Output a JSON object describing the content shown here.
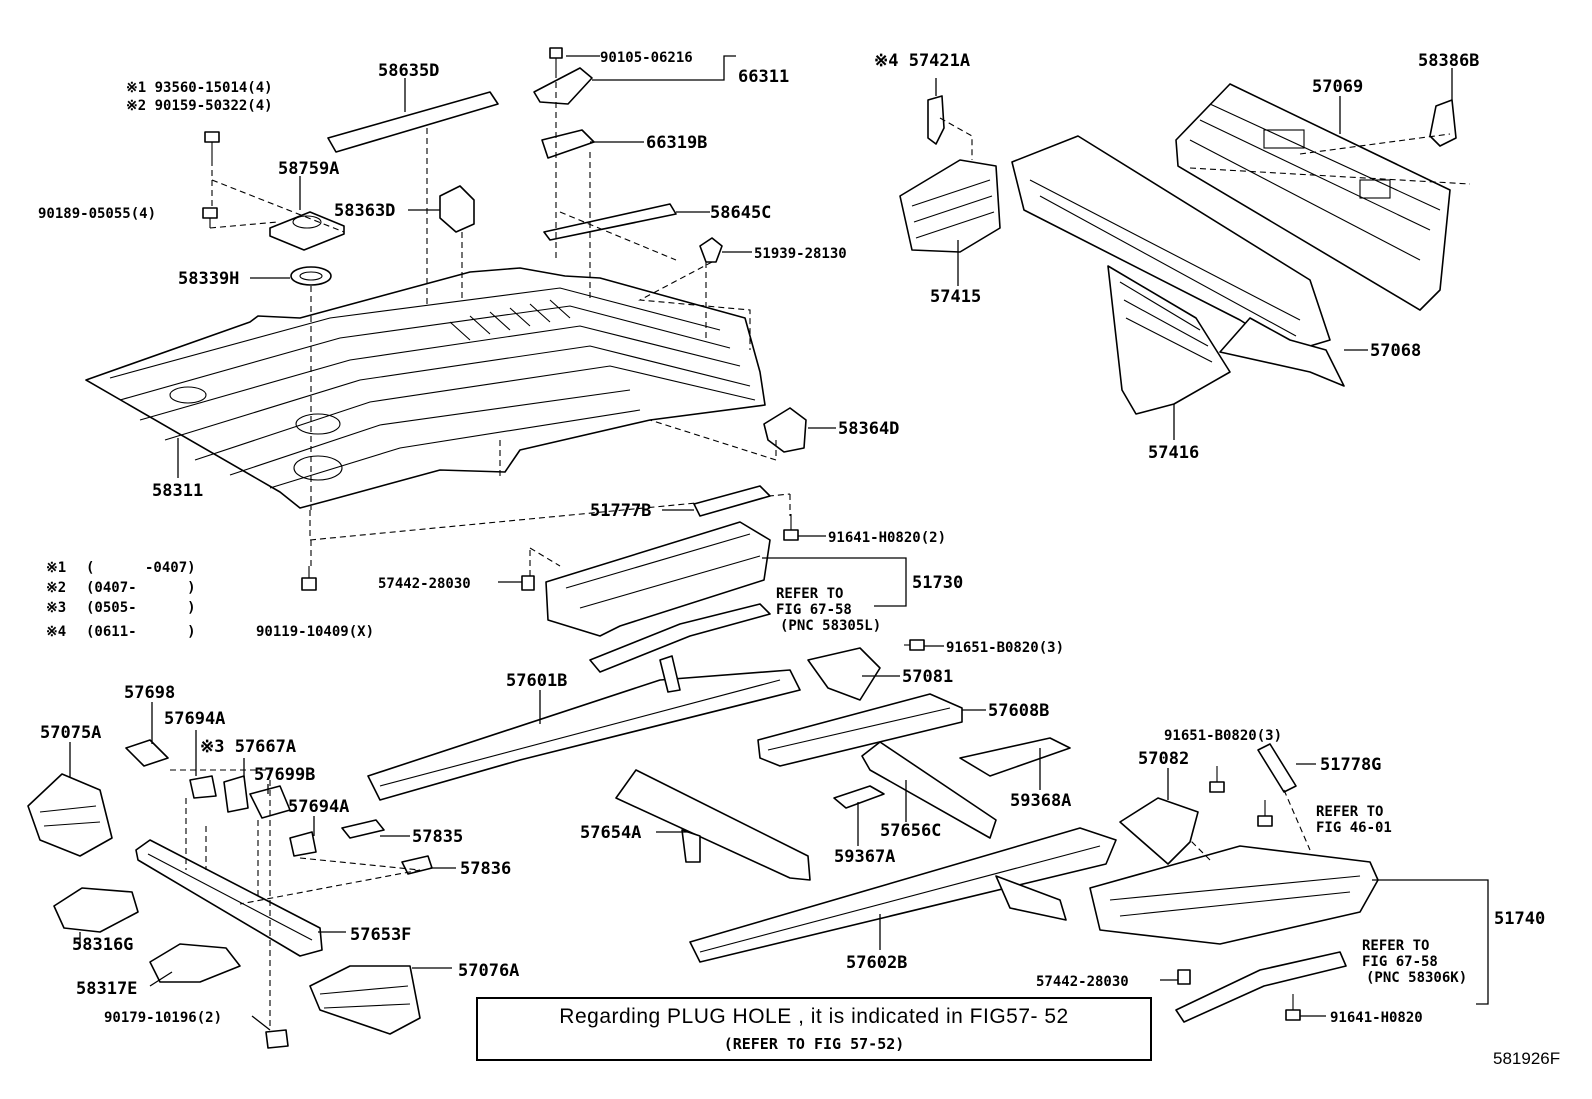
{
  "parts": {
    "p58635D": "58635D",
    "p93560": "※1 93560-15014(4)",
    "p90159": "※2 90159-50322(4)",
    "p58759A": "58759A",
    "p90189": "90189-05055(4)",
    "p58363D": "58363D",
    "p58339H": "58339H",
    "p58311": "58311",
    "p90105": "90105-06216",
    "p66311": "66311",
    "p66319B": "66319B",
    "p58645C": "58645C",
    "p51939": "51939-28130",
    "p58364D": "58364D",
    "p57421A": "※4 57421A",
    "p57069": "57069",
    "p58386B": "58386B",
    "p57415": "57415",
    "p57068": "57068",
    "p57416": "57416",
    "p51777B": "51777B",
    "p91641a": "91641-H0820(2)",
    "p57442a": "57442-28030",
    "p51730": "51730",
    "p90119": "90119-10409(X)",
    "p91651a": "91651-B0820(3)",
    "p57081": "57081",
    "p57601B": "57601B",
    "p57608B": "57608B",
    "p57698": "57698",
    "p57694A_1": "57694A",
    "p57075A": "57075A",
    "p57667A": "※3 57667A",
    "p57699B": "57699B",
    "p57694A_2": "57694A",
    "p57835": "57835",
    "p57836": "57836",
    "p57654A": "57654A",
    "p57656C": "57656C",
    "p59368A": "59368A",
    "p59367A": "59367A",
    "p91651b": "91651-B0820(3)",
    "p57082": "57082",
    "p51778G": "51778G",
    "p58316G": "58316G",
    "p57653F": "57653F",
    "p58317E": "58317E",
    "p57076A": "57076A",
    "p90179": "90179-10196(2)",
    "p57602B": "57602B",
    "p51740": "51740",
    "p57442b": "57442-28030",
    "p91641b": "91641-H0820"
  },
  "refs": {
    "fig6758a_1": "REFER TO",
    "fig6758a_2": "FIG 67-58",
    "fig6758a_3": "(PNC 58305L)",
    "fig4601_1": "REFER TO",
    "fig4601_2": "FIG 46-01",
    "fig6758b_1": "REFER TO",
    "fig6758b_2": "FIG 67-58",
    "fig6758b_3": "(PNC 58306K)"
  },
  "legend": [
    {
      "mark": "※1",
      "range": "(      -0407)"
    },
    {
      "mark": "※2",
      "range": "(0407-      )"
    },
    {
      "mark": "※3",
      "range": "(0505-      )"
    },
    {
      "mark": "※4",
      "range": "(0611-      )"
    }
  ],
  "note": {
    "main": "Regarding PLUG HOLE , it is indicated in FIG57- 52",
    "sub": "(REFER TO FIG 57-52)"
  },
  "figure_id": "581926F"
}
